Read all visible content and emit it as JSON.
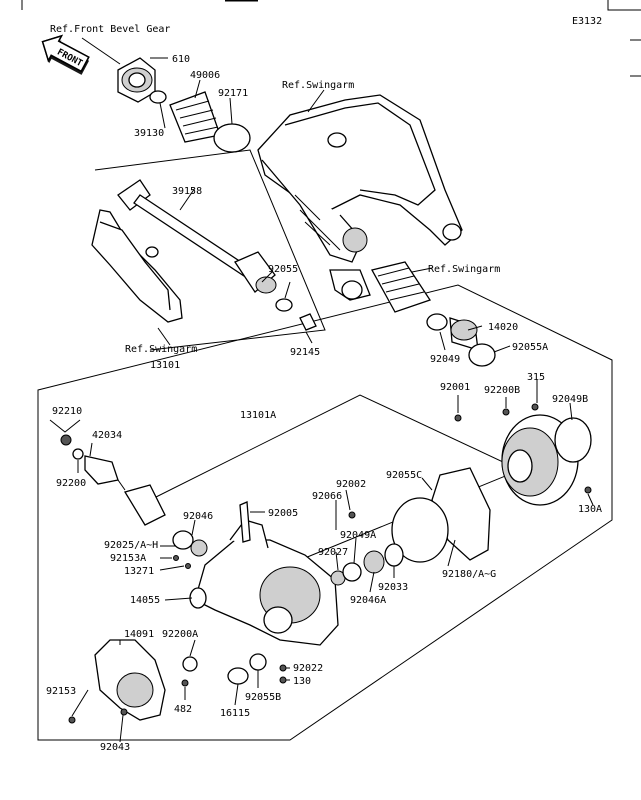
{
  "diagram_code": "E3132",
  "front_badge": "FRONT",
  "references": {
    "front_bevel_gear": "Ref.Front Bevel Gear",
    "swingarm_top": "Ref.Swingarm",
    "swingarm_mid": "Ref.Swingarm",
    "swingarm_left": "Ref.Swingarm"
  },
  "parts": {
    "p610": "610",
    "p49006": "49006",
    "p92171": "92171",
    "p39130": "39130",
    "p39158": "39158",
    "p92055": "92055",
    "p92145": "92145",
    "p14020": "14020",
    "p92049": "92049",
    "p92055A": "92055A",
    "p13101": "13101",
    "p13101A": "13101A",
    "p92001": "92001",
    "p92200B": "92200B",
    "p315": "315",
    "p92049B": "92049B",
    "p92210": "92210",
    "p42034": "42034",
    "p92200": "92200",
    "p92002": "92002",
    "p92066": "92066",
    "p92055C": "92055C",
    "p92005": "92005",
    "p92046": "92046",
    "p92049A": "92049A",
    "p92025": "92025/A~H",
    "p92153A": "92153A",
    "p13271": "13271",
    "p92027": "92027",
    "p92033": "92033",
    "p92180": "92180/A~G",
    "p92046A": "92046A",
    "p130A": "130A",
    "p14055": "14055",
    "p14091": "14091",
    "p92200A": "92200A",
    "p92022": "92022",
    "p130": "130",
    "p92055B": "92055B",
    "p92153": "92153",
    "p482": "482",
    "p16115": "16115",
    "p92043": "92043"
  }
}
